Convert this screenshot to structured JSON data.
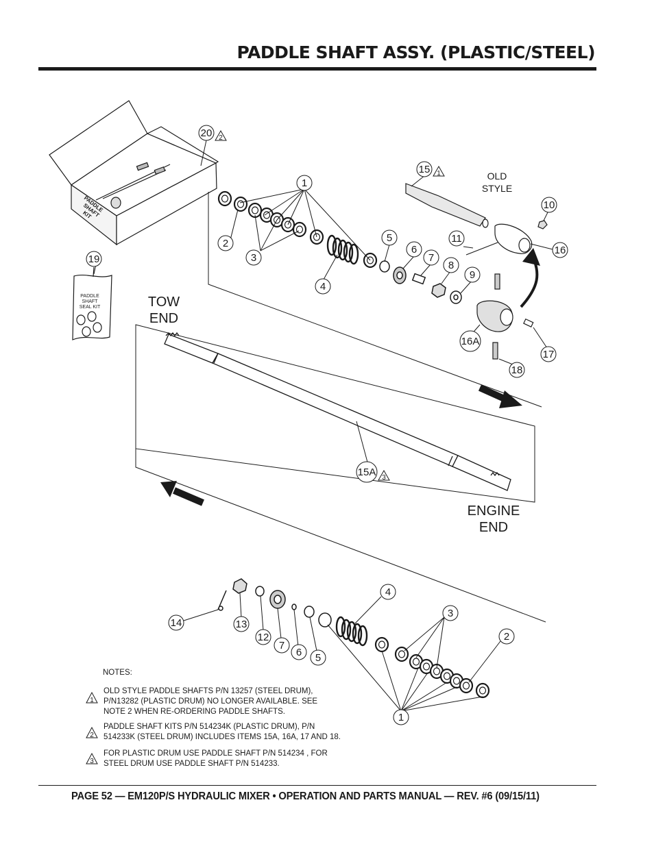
{
  "header": {
    "title": "PADDLE SHAFT ASSY. (PLASTIC/STEEL)"
  },
  "footer": {
    "text": "PAGE 52 — EM120P/S HYDRAULIC MIXER • OPERATION AND PARTS MANUAL — REV. #6 (09/15/11)"
  },
  "diagram": {
    "kit_box_label": [
      "PADDLE",
      "SHAFT",
      "KIT"
    ],
    "seal_kit_label": [
      "PADDLE",
      "SHAFT",
      "SEAL KIT"
    ],
    "end_labels": {
      "tow_1": "TOW",
      "tow_2": "END",
      "engine_1": "ENGINE",
      "engine_2": "END"
    },
    "old_style": {
      "line1": "OLD",
      "line2": "STYLE"
    },
    "callouts": {
      "c20": "20",
      "c19": "19",
      "c1a": "1",
      "c2a": "2",
      "c3a": "3",
      "c4a": "4",
      "c5a": "5",
      "c6a": "6",
      "c7a": "7",
      "c8": "8",
      "c9": "9",
      "c10": "10",
      "c11": "11",
      "c15": "15",
      "c16": "16",
      "c16a": "16A",
      "c17": "17",
      "c18": "18",
      "c15a": "15A",
      "c14": "14",
      "c13": "13",
      "c12": "12",
      "c7b": "7",
      "c6b": "6",
      "c5b": "5",
      "c4b": "4",
      "c3b": "3",
      "c2b": "2",
      "c1b": "1"
    },
    "flags": {
      "f20": "2",
      "f15": "1",
      "f15a": "3"
    }
  },
  "notes": {
    "heading": "NOTES:",
    "items": [
      {
        "flag": "1",
        "line1": "OLD STYLE PADDLE SHAFTS P/N 13257 (STEEL DRUM),",
        "line2": "P/N13282 (PLASTIC DRUM) NO LONGER AVAILABLE. SEE",
        "line3": "NOTE 2 WHEN RE-ORDERING PADDLE SHAFTS."
      },
      {
        "flag": "2",
        "line1": "PADDLE SHAFT KITS P/N 514234K (PLASTIC DRUM), P/N",
        "line2": "514233K (STEEL DRUM) INCLUDES ITEMS 15A, 16A, 17 AND 18."
      },
      {
        "flag": "3",
        "line1": "FOR PLASTIC DRUM USE PADDLE SHAFT P/N 514234 , FOR",
        "line2": "STEEL DRUM USE PADDLE SHAFT P/N 514233."
      }
    ]
  }
}
